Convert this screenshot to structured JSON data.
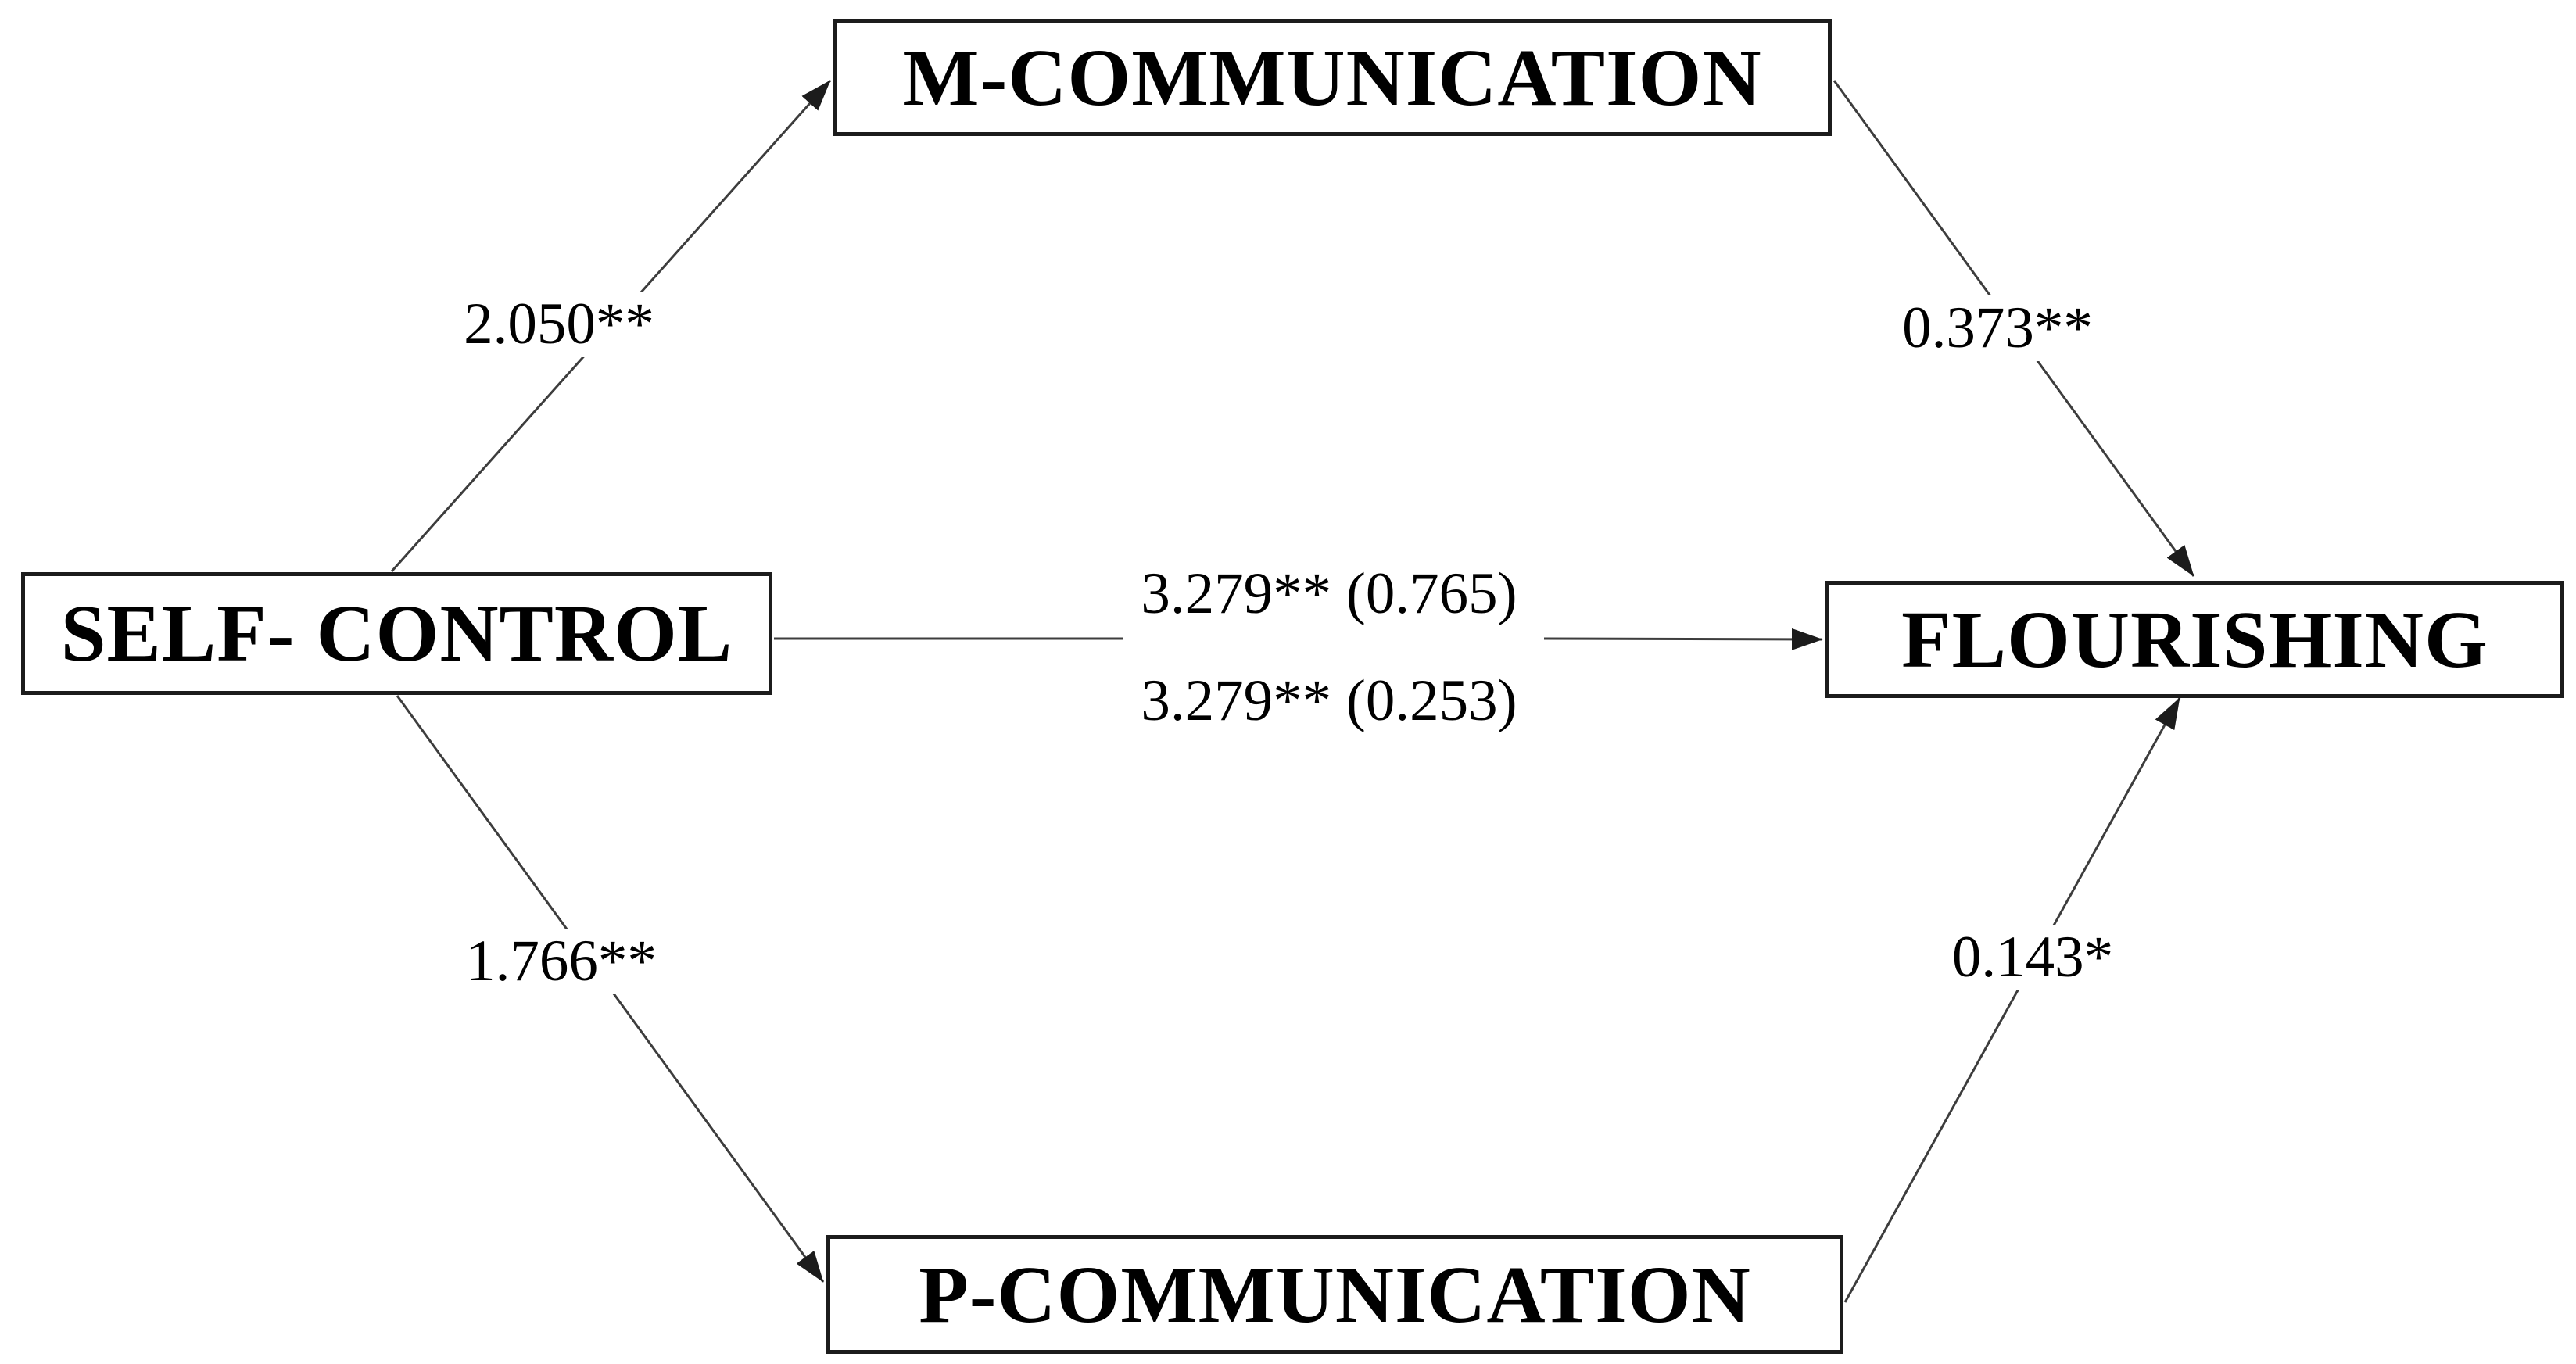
{
  "nodes": {
    "self_control": "SELF- CONTROL",
    "m_communication": "M-COMMUNICATION",
    "p_communication": "P-COMMUNICATION",
    "flourishing": "FLOURISHING"
  },
  "edges": [
    {
      "from": "SELF- CONTROL",
      "to": "M-COMMUNICATION",
      "label": "2.050**"
    },
    {
      "from": "M-COMMUNICATION",
      "to": "FLOURISHING",
      "label": "0.373**"
    },
    {
      "from": "SELF- CONTROL",
      "to": "FLOURISHING",
      "labels": [
        "3.279** (0.765)",
        "3.279** (0.253)"
      ]
    },
    {
      "from": "SELF- CONTROL",
      "to": "P-COMMUNICATION",
      "label": "1.766**"
    },
    {
      "from": "P-COMMUNICATION",
      "to": "FLOURISHING",
      "label": "0.143*"
    }
  ],
  "colors": {
    "background": "#ffffff",
    "box_border": "#1c1c1c",
    "line": "#3d3d3d",
    "text": "#000000"
  }
}
